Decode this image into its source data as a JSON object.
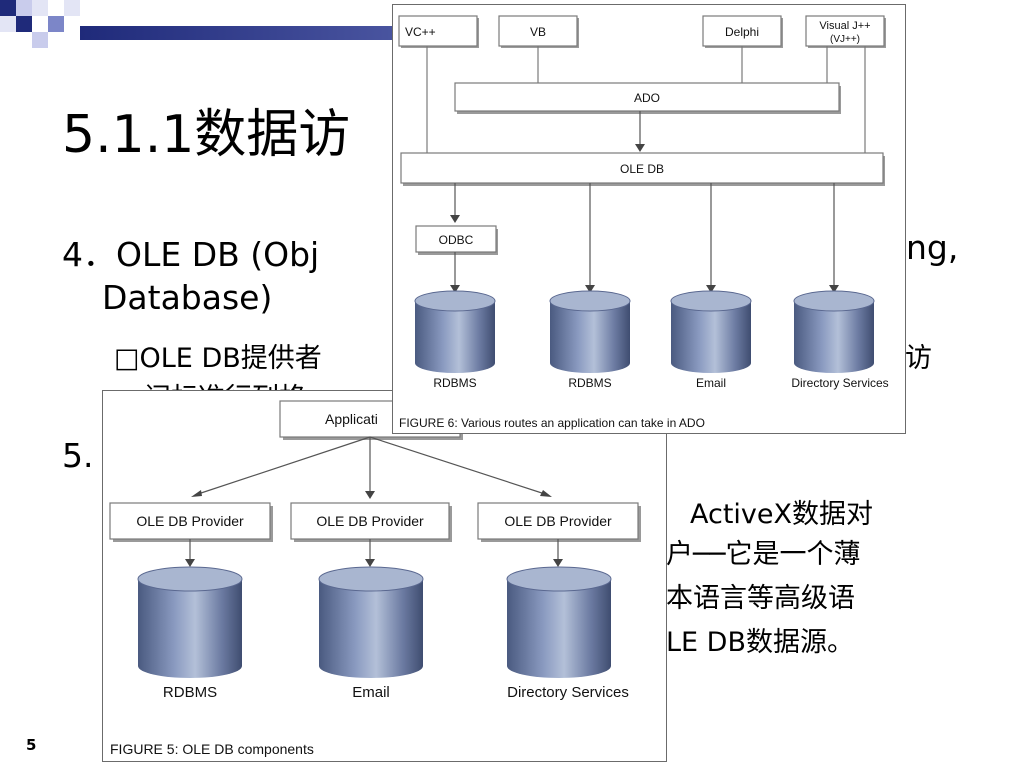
{
  "slide": {
    "title": "5.1.1数据访",
    "item4_line1_a": "4．OLE DB (Obj",
    "item4_line1_b": "ng,",
    "item4_line2": "Database)",
    "bullet1_a": "□OLE DB提供者",
    "bullet1_b": "访",
    "bullet1_line2": "问标准行列格",
    "item5": "5.",
    "para_line1": "ActiveX数据对",
    "para_line2": "户──它是一个薄",
    "para_line3": "本语言等高级语",
    "para_line4": "LE DB数据源。",
    "page_number": "5"
  },
  "figure6": {
    "caption": "FIGURE 6: Various routes an application can take in ADO",
    "clients": [
      "VC++",
      "VB",
      "Delphi",
      "Visual J++",
      "(VJ++)"
    ],
    "ado": "ADO",
    "oledb": "OLE DB",
    "odbc": "ODBC",
    "stores": [
      "RDBMS",
      "RDBMS",
      "Email",
      "Directory Services"
    ]
  },
  "figure5": {
    "caption": "FIGURE 5: OLE DB components",
    "application": "Applicati",
    "providers": [
      "OLE DB Provider",
      "OLE DB Provider",
      "OLE DB Provider"
    ],
    "stores": [
      "RDBMS",
      "Email",
      "Directory Services"
    ]
  },
  "colors": {
    "accent_navy": "#1f2a7a",
    "accent_blue": "#7c86c8",
    "cylinder_dark": "#4a5a80",
    "cylinder_light": "#b3c0d8"
  }
}
